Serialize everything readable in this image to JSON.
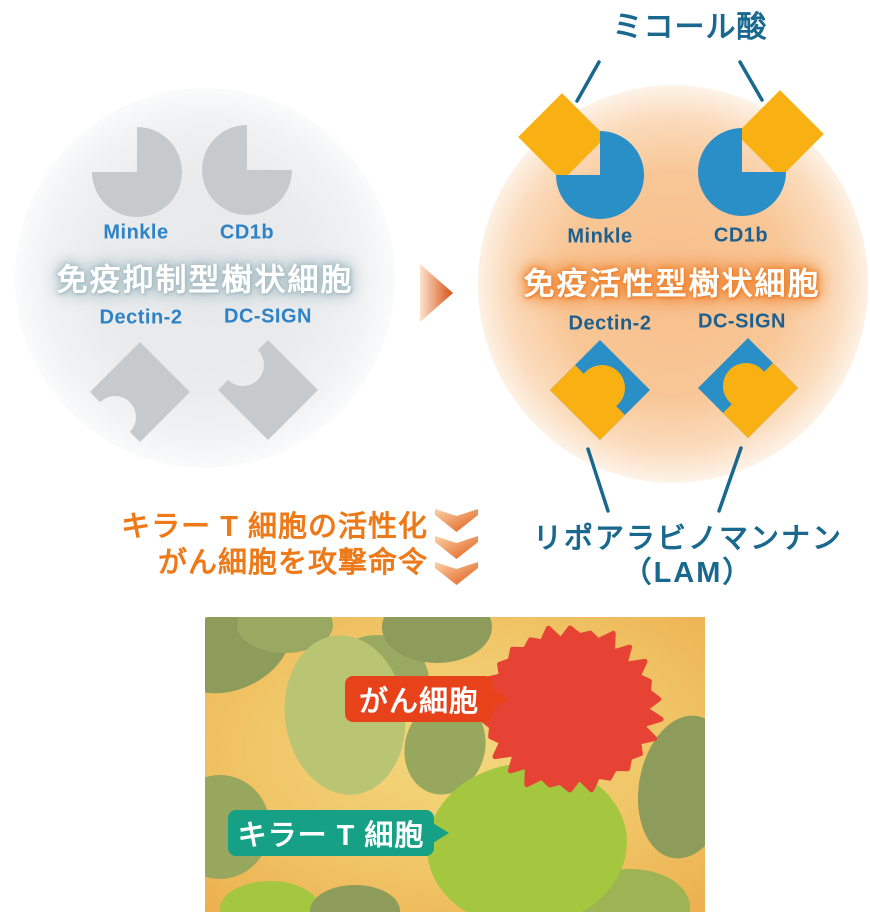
{
  "diagram": {
    "top_label": {
      "text": "ミコール酸"
    },
    "suppressed_cell": {
      "title": "免疫抑制型樹状細胞",
      "receptors": {
        "minkle": "Minkle",
        "cd1b": "CD1b",
        "dectin2": "Dectin-2",
        "dcsign": "DC-SIGN"
      }
    },
    "activated_cell": {
      "title": "免疫活性型樹状細胞",
      "receptors": {
        "minkle": "Minkle",
        "cd1b": "CD1b",
        "dectin2": "Dectin-2",
        "dcsign": "DC-SIGN"
      }
    },
    "lam_label": {
      "line1": "リポアラビノマンナン",
      "line2": "（LAM）"
    },
    "activation_note": {
      "line1": "キラー T 細胞の活性化",
      "line2": "がん細胞を攻撃命令"
    },
    "illustration": {
      "cancer_cell_badge": "がん細胞",
      "killer_t_cell_badge": "キラー T 細胞"
    },
    "colors": {
      "teal_text": "#19688e",
      "receptor_label_blue_left": "#2e82c6",
      "receptor_label_blue_right": "#1d5f8e",
      "receptor_gray": "#c7cacc",
      "receptor_blue": "#2b8fc7",
      "ligand_orange": "#f9b013",
      "activation_orange": "#ee7918",
      "cancer_red": "#e8421b",
      "killer_t_teal": "#16a085"
    }
  }
}
